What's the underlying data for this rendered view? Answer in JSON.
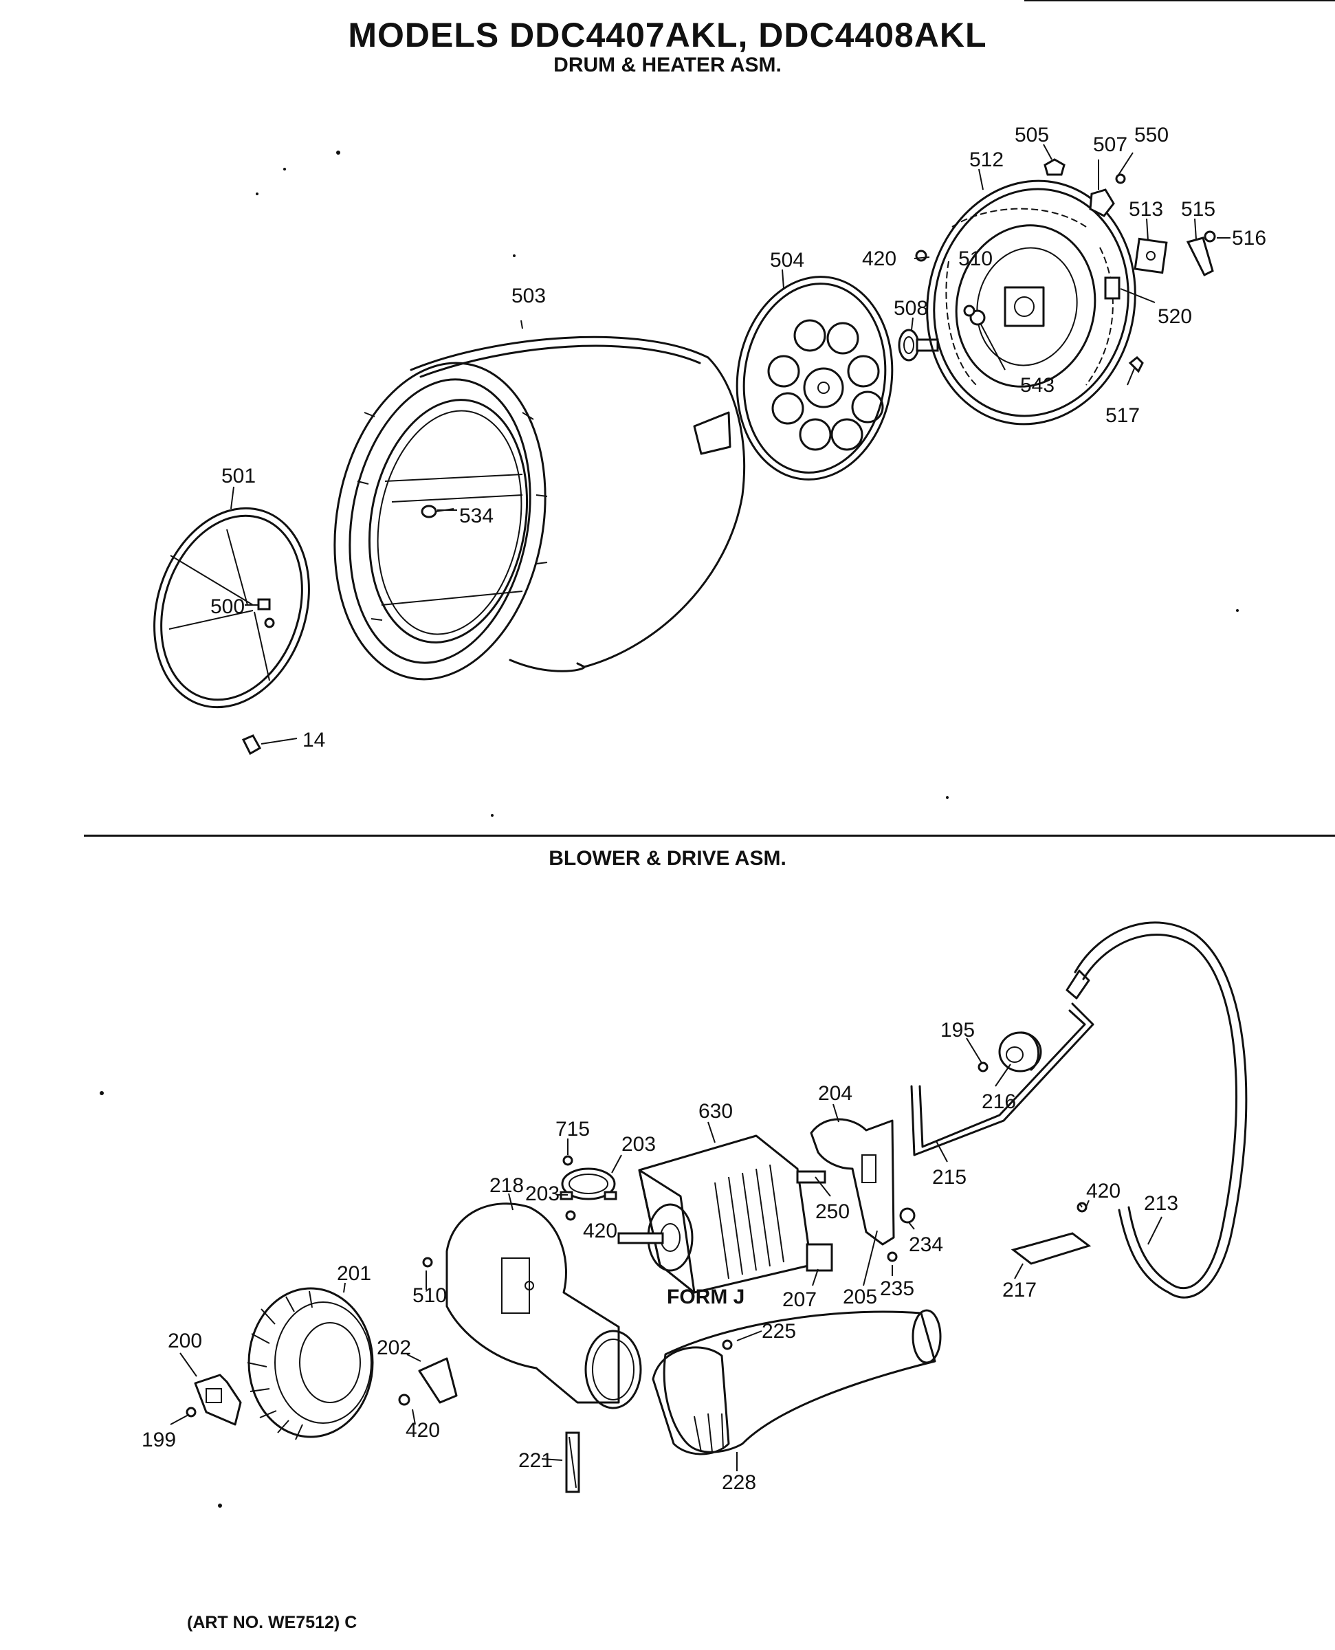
{
  "header": {
    "title": "MODELS DDC4407AKL, DDC4408AKL",
    "subtitle": "DRUM & HEATER ASM."
  },
  "section2": {
    "title": "BLOWER & DRIVE ASM."
  },
  "footer": {
    "art_no": "(ART NO. WE7512) C"
  },
  "drum_labels": {
    "p505": "505",
    "p507": "507",
    "p550": "550",
    "p512": "512",
    "p513": "513",
    "p515": "515",
    "p516": "516",
    "p420": "420",
    "p510": "510",
    "p504": "504",
    "p508": "508",
    "p520": "520",
    "p503": "503",
    "p543": "543",
    "p517": "517",
    "p501": "501",
    "p534": "534",
    "p500": "500",
    "p14": "14"
  },
  "blower_labels": {
    "p195": "195",
    "p216": "216",
    "p204": "204",
    "p715": "715",
    "p630": "630",
    "p203a": "203",
    "p218": "218",
    "p203b": "203",
    "p250": "250",
    "p215": "215",
    "p420a": "420",
    "p213": "213",
    "p420b": "420",
    "p234": "234",
    "p201": "201",
    "p510": "510",
    "p217": "217",
    "p235": "235",
    "p205": "205",
    "p207": "207",
    "p200": "200",
    "p202": "202",
    "p225": "225",
    "p420c": "420",
    "p199": "199",
    "p221": "221",
    "p228": "228",
    "form": "FORM J"
  }
}
